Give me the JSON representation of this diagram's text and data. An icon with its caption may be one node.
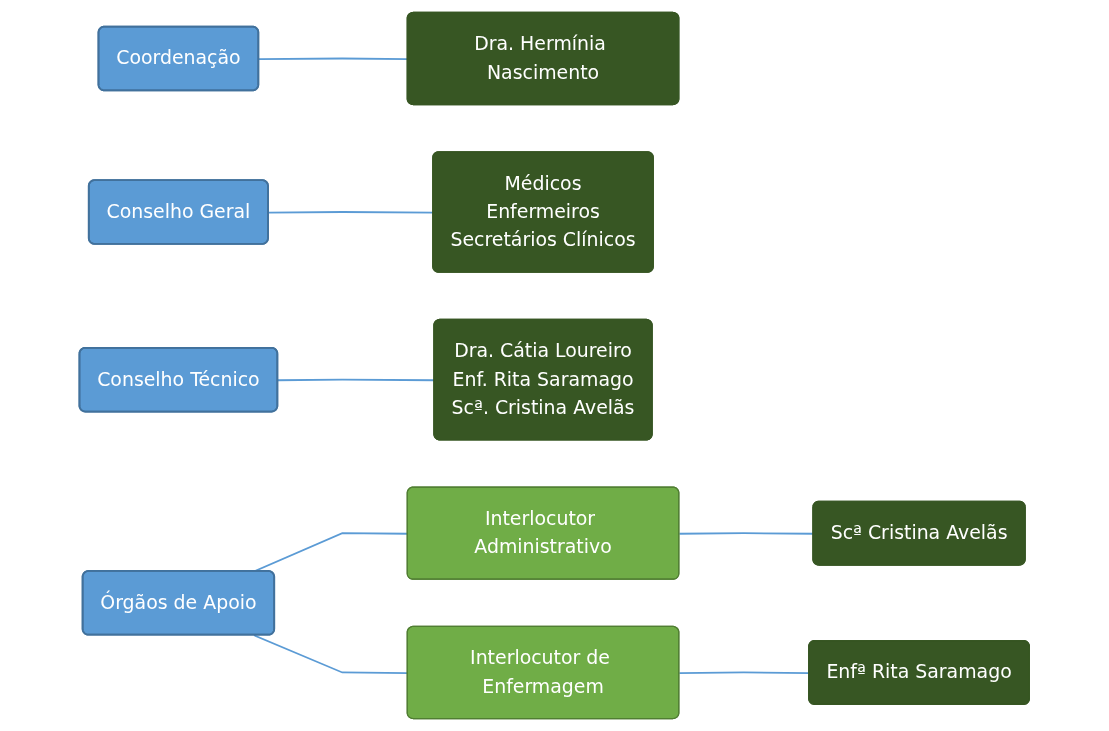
{
  "diagram": {
    "nodes": [
      {
        "text": [
          "Coordenação"
        ]
      },
      {
        "text": [
          "Dra. Hermínia Nascimento"
        ]
      },
      {
        "text": [
          "Conselho Geral"
        ]
      },
      {
        "text": [
          "Médicos",
          "Enfermeiros",
          "Secretários Clínicos"
        ]
      },
      {
        "text": [
          "Conselho Técnico"
        ]
      },
      {
        "text": [
          "Dra. Cátia Loureiro",
          "Enf. Rita Saramago",
          "Scª. Cristina Avelãs"
        ]
      },
      {
        "text": [
          "Órgãos de Apoio"
        ]
      },
      {
        "text": [
          "Interlocutor Administrativo"
        ]
      },
      {
        "text": [
          "Scª Cristina Avelãs"
        ]
      },
      {
        "text": [
          "Interlocutor de Enfermagem"
        ]
      },
      {
        "text": [
          "Enfª Rita Saramago"
        ]
      }
    ],
    "edges": [
      {
        "from": 0,
        "to": 1,
        "arrow": "none"
      },
      {
        "from": 2,
        "to": 3,
        "arrow": "none"
      },
      {
        "from": 4,
        "to": 5,
        "arrow": "none"
      },
      {
        "from": 6,
        "to": 7,
        "arrow": "none"
      },
      {
        "from": 6,
        "to": 9,
        "arrow": "none"
      },
      {
        "from": 7,
        "to": 8,
        "arrow": "none"
      },
      {
        "from": 9,
        "to": 10,
        "arrow": "none"
      }
    ]
  }
}
